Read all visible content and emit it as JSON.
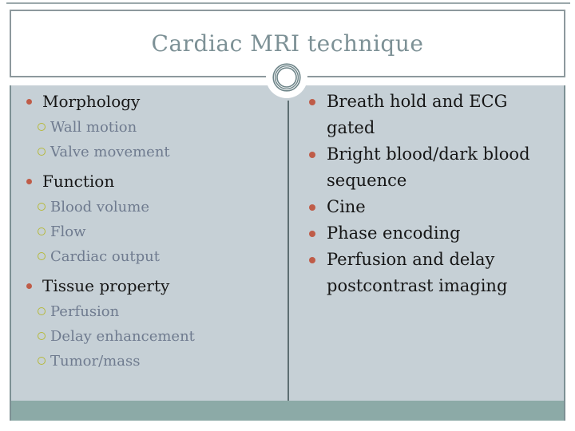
{
  "title": "Cardiac MRI technique",
  "left_items": [
    {
      "level": 1,
      "text": "Morphology"
    },
    {
      "level": 2,
      "text": "Wall motion"
    },
    {
      "level": 2,
      "text": "Valve movement"
    },
    {
      "level": 1,
      "text": "Function"
    },
    {
      "level": 2,
      "text": "Blood volume"
    },
    {
      "level": 2,
      "text": "Flow"
    },
    {
      "level": 2,
      "text": "Cardiac output"
    },
    {
      "level": 1,
      "text": "Tissue property"
    },
    {
      "level": 2,
      "text": "Perfusion"
    },
    {
      "level": 2,
      "text": "Delay enhancement"
    },
    {
      "level": 2,
      "text": "Tumor/mass"
    }
  ],
  "right_items": [
    {
      "lines": [
        "Breath hold and ECG",
        "gated"
      ]
    },
    {
      "lines": [
        "Bright blood/dark blood",
        "sequence"
      ]
    },
    {
      "lines": [
        "Cine"
      ]
    },
    {
      "lines": [
        "Phase encoding"
      ]
    },
    {
      "lines": [
        "Perfusion and delay",
        "postcontrast imaging"
      ]
    }
  ],
  "colors": {
    "content_background": "#c6d0d6",
    "footer_band": "#8caaa7",
    "title_text": "#7d9196",
    "ornament": "#6e8589",
    "bullet_level1": "#bf5c48",
    "bullet_level2": "#b6b93c",
    "level2_text": "#6f7b8f"
  }
}
